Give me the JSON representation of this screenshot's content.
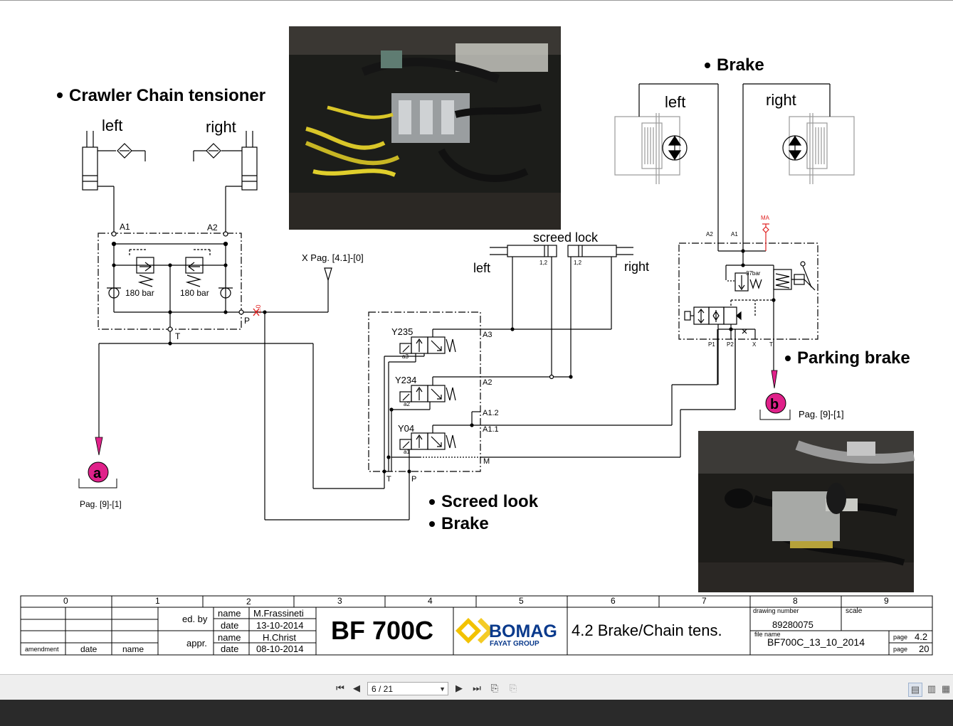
{
  "labels": {
    "crawler_title": "Crawler Chain tensioner",
    "crawler_left": "left",
    "crawler_right": "right",
    "a1": "A1",
    "a2": "A2",
    "bar_left": "180 bar",
    "bar_right": "180 bar",
    "port_p": "P",
    "port_t": "T",
    "x_ref": "X Pag. [4.1]-[0]",
    "red_code": "2.0",
    "brake_title": "Brake",
    "brake_left": "left",
    "brake_right": "right",
    "screed_lock": "screed lock",
    "screed_left": "left",
    "screed_right": "right",
    "screed_num_1": "1,2",
    "screed_num_2": "1,2",
    "y235": "Y235",
    "y234": "Y234",
    "y04": "Y04",
    "a3_coil": "a3",
    "a2_coil": "a2",
    "a1_coil": "a1",
    "port_A3": "A3",
    "port_A2": "A2",
    "port_A12": "A1.2",
    "port_A11": "A1.1",
    "port_M": "M",
    "port_T2": "T",
    "port_P2": "P",
    "screed_look": "Screed look",
    "brake2": "Brake",
    "ma": "MA",
    "pb_a2": "A2",
    "pb_a1": "A1",
    "pb_37bar": "37bar",
    "pb_p1": "P1",
    "pb_p2": "P2",
    "pb_x": "X",
    "pb_t": "T",
    "parking_brake": "Parking brake",
    "marker_a": "a",
    "marker_b": "b",
    "pag_a": "Pag. [9]-[1]",
    "pag_b": "Pag. [9]-[1]"
  },
  "titleblock": {
    "columns": [
      "0",
      "1",
      "2",
      "3",
      "4",
      "5",
      "6",
      "7",
      "8",
      "9"
    ],
    "ed_by": "ed. by",
    "appr": "appr.",
    "name1_label": "name",
    "name1_value": "M.Frassineti",
    "date1_label": "date",
    "date1_value": "13-10-2014",
    "name2_label": "name",
    "name2_value": "H.Christ",
    "date2_label": "date",
    "date2_value": "08-10-2014",
    "amendment": "amendment",
    "date_col": "date",
    "name_col": "name",
    "model": "BF 700C",
    "brand": "BOMAG",
    "brand_sub": "FAYAT GROUP",
    "sheet_title": "4.2 Brake/Chain tens.",
    "drawing_number_label": "drawing number",
    "drawing_number": "89280075",
    "scale_label": "scale",
    "file_name_label": "file name",
    "file_name": "BF700C_13_10_2014",
    "page_label1": "page",
    "page_value1": "4.2",
    "page_label2": "page",
    "page_value2": "20"
  },
  "viewer": {
    "page_indicator": "6 / 21"
  },
  "colors": {
    "line": "#000000",
    "magenta": "#e0218a",
    "red": "#e02020",
    "gray": "#9a9a9a",
    "brand_blue": "#0a3a8c",
    "brand_yellow": "#f2c200"
  }
}
